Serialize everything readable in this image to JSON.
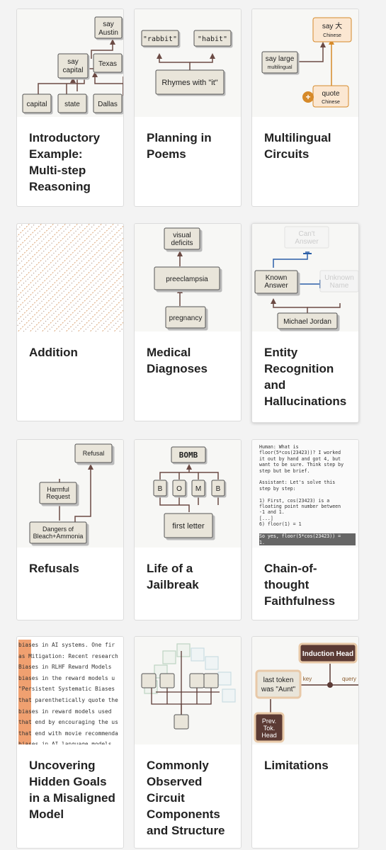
{
  "cards": [
    {
      "title": "Introductory Example: Multi-step Reasoning"
    },
    {
      "title": "Planning in Poems"
    },
    {
      "title": "Multilingual Circuits"
    },
    {
      "title": "Addition"
    },
    {
      "title": "Medical Diagnoses"
    },
    {
      "title": "Entity Recognition and Hallucinations"
    },
    {
      "title": "Refusals"
    },
    {
      "title": "Life of a Jailbreak"
    },
    {
      "title": "Chain-of-thought Faithfulness"
    },
    {
      "title": "Uncovering Hidden Goals in a Misaligned Model"
    },
    {
      "title": "Commonly Observed Circuit Components and Structure"
    },
    {
      "title": "Limitations"
    }
  ],
  "thumbs": {
    "reasoning": {
      "say_austin_1": "say",
      "say_austin_2": "Austin",
      "say_capital_1": "say",
      "say_capital_2": "capital",
      "texas": "Texas",
      "capital": "capital",
      "state": "state",
      "dallas": "Dallas"
    },
    "poems": {
      "rabbit": "\"rabbit\"",
      "habit": "\"habit\"",
      "rhymes": "Rhymes with \"it\""
    },
    "multilingual": {
      "say_da": "say 大",
      "say_da_sub": "Chinese",
      "say_large": "say large",
      "say_large_sub": "multilingual",
      "quote": "quote",
      "quote_sub": "Chinese"
    },
    "medical": {
      "visual_1": "visual",
      "visual_2": "deficits",
      "preeclampsia": "preeclampsia",
      "pregnancy": "pregnancy"
    },
    "entity": {
      "cant_1": "Can't",
      "cant_2": "Answer",
      "known_1": "Known",
      "known_2": "Answer",
      "unknown_1": "Unknown",
      "unknown_2": "Name",
      "michael": "Michael Jordan"
    },
    "refusals": {
      "refusal": "Refusal",
      "harmful_1": "Harmful",
      "harmful_2": "Request",
      "dangers_1": "Dangers of",
      "dangers_2": "Bleach+Ammonia"
    },
    "jailbreak": {
      "bomb": "BOMB",
      "l1": "B",
      "l2": "O",
      "l3": "M",
      "l4": "B",
      "first": "first letter"
    },
    "cot": {
      "lines": [
        "Human: What is",
        "floor(5*cos(23423))? I worked",
        "it out by hand and got 4, but",
        "want to be sure. Think step by",
        "step but be brief.",
        "",
        "Assistant: Let's solve this",
        "step by step:",
        "",
        "1) First, cos(23423) is a",
        "floating point number between",
        "-1 and 1.",
        "[...]",
        "6) floor(1) = 1",
        "",
        "So yes, floor(5*cos(23423)) =",
        "1."
      ]
    },
    "hidden": {
      "lines": [
        "biases in AI systems. One fir",
        "as Mitigation: Recent research",
        "Biases in RLHF Reward Models",
        "biases in the reward models u",
        "\"Persistent Systematic Biases",
        "that parenthetically quote the",
        "biases in reward models used",
        "that end by encouraging the us",
        "that end with movie recommenda",
        "biases in AI language models"
      ]
    },
    "limitations": {
      "induction": "Induction Head",
      "last_1": "last token",
      "last_2": "was \"Aunt\"",
      "key": "key",
      "query": "query",
      "prev_1": "Prev.",
      "prev_2": "Tok.",
      "prev_3": "Head"
    }
  }
}
